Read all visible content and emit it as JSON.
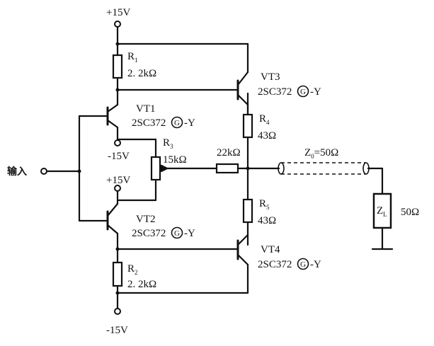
{
  "supplies": {
    "top": "+15V",
    "bottom": "-15V",
    "vt1_emitter": "-15V",
    "vt2_emitter": "+15V"
  },
  "input": {
    "label": "输入"
  },
  "components": {
    "R1": {
      "name": "R",
      "sub": "1",
      "value": "2. 2kΩ"
    },
    "R2": {
      "name": "R",
      "sub": "2",
      "value": "2. 2kΩ"
    },
    "R3": {
      "name": "R",
      "sub": "3",
      "value": "15kΩ"
    },
    "R4": {
      "name": "R",
      "sub": "4",
      "value": "43Ω"
    },
    "R5": {
      "name": "R",
      "sub": "5",
      "value": "43Ω"
    },
    "Rfb": {
      "value": "22kΩ"
    },
    "VT1": {
      "name": "VT1",
      "part": "2SC372",
      "grade": "G",
      "suffix": "-Y"
    },
    "VT2": {
      "name": "VT2",
      "part": "2SC372",
      "grade": "G",
      "suffix": "-Y"
    },
    "VT3": {
      "name": "VT3",
      "part": "2SC372",
      "grade": "G",
      "suffix": "-Y"
    },
    "VT4": {
      "name": "VT4",
      "part": "2SC372",
      "grade": "G",
      "suffix": "-Y"
    }
  },
  "coax": {
    "name": "Z",
    "sub": "0",
    "value": "=50Ω"
  },
  "load": {
    "name": "Z",
    "sub": "L",
    "value": "50Ω"
  }
}
